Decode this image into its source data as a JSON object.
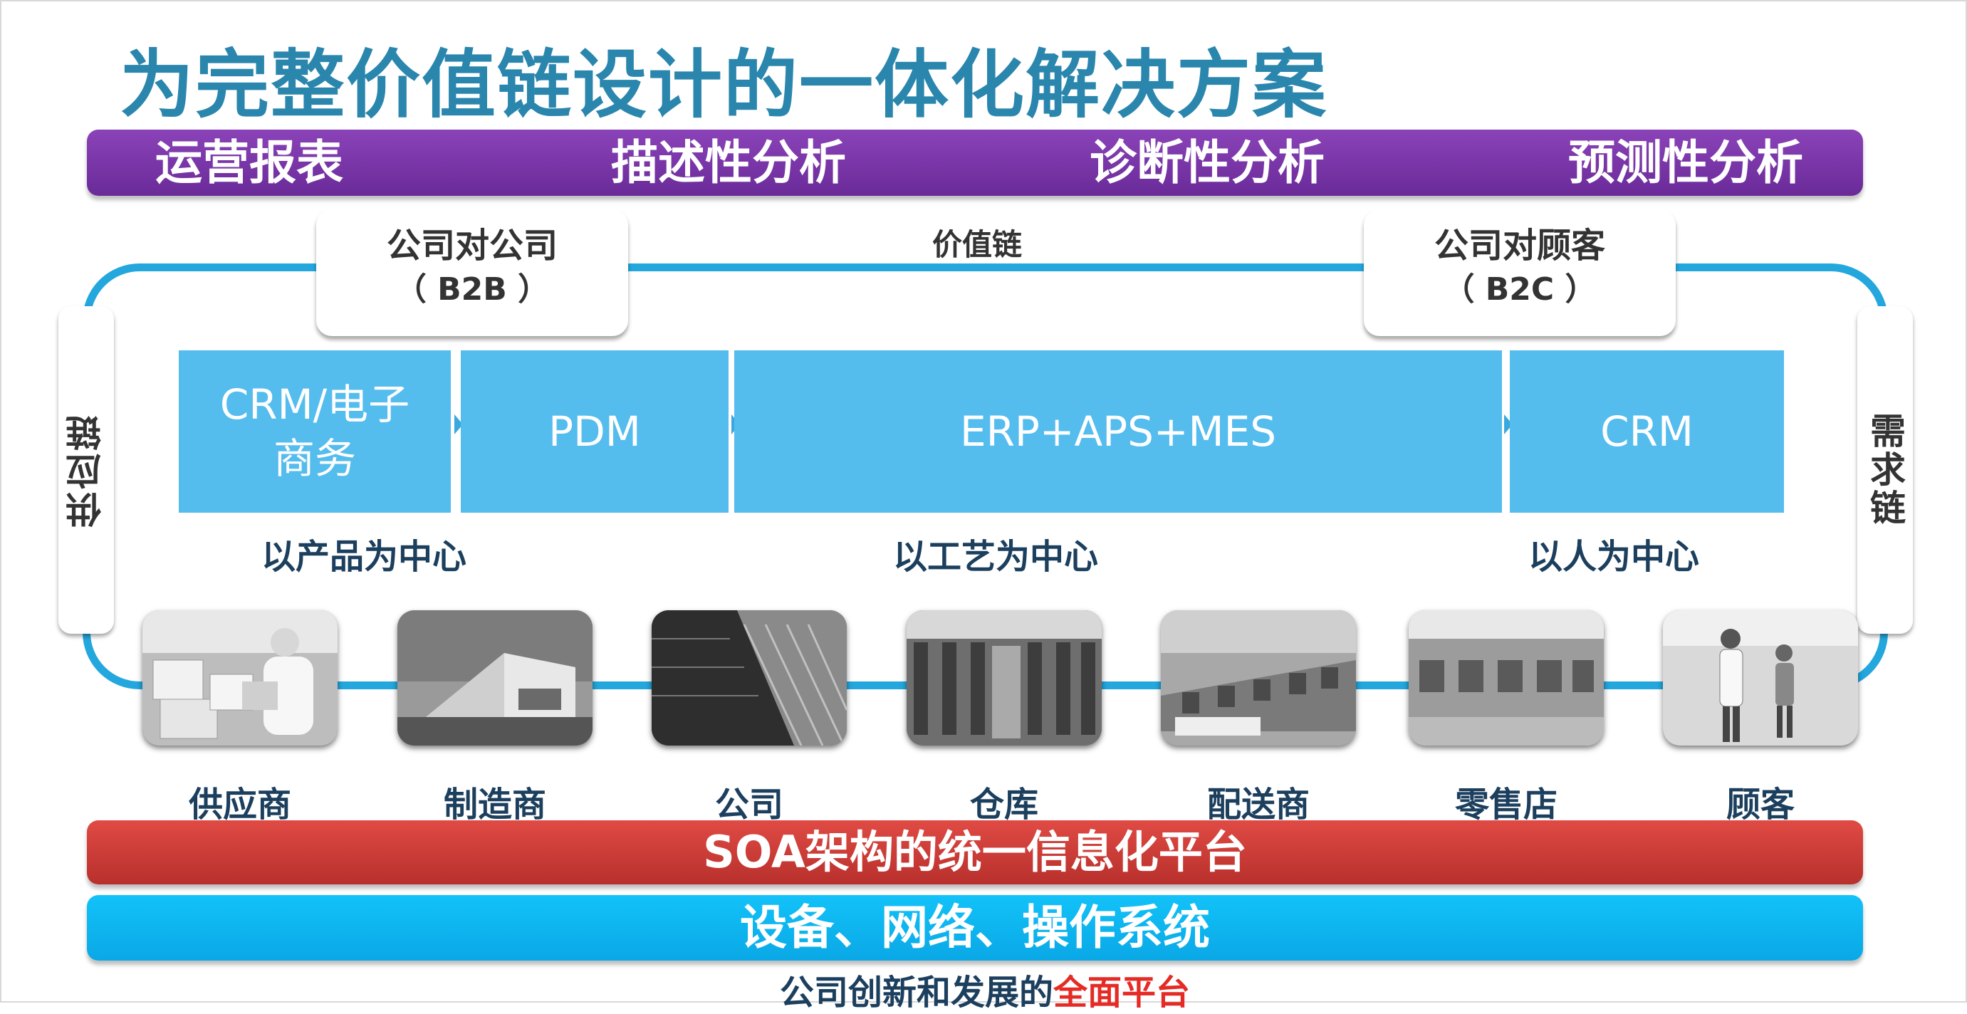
{
  "title": "为完整价值链设计的一体化解决方案",
  "analysis_bar": {
    "items": [
      "运营报表",
      "描述性分析",
      "诊断性分析",
      "预测性分析"
    ],
    "color": "#7a35a8"
  },
  "value_chain": {
    "label": "价值链",
    "b2b": {
      "line1": "公司对公司",
      "line2": "（ B2B ）"
    },
    "b2c": {
      "line1": "公司对顾客",
      "line2": "（ B2C ）"
    },
    "supply_chain": "供应链",
    "demand_chain": "需求链",
    "loop_color": "#23a7dd"
  },
  "systems": {
    "crm_ecommerce_line1": "CRM/电子",
    "crm_ecommerce_line2": "商务",
    "pdm": "PDM",
    "erp": "ERP+APS+MES",
    "crm": "CRM",
    "color": "#55bcee"
  },
  "centers": [
    "以产品为中心",
    "以工艺为中心",
    "以人为中心"
  ],
  "actors": [
    {
      "label": "供应商",
      "icon": "worker-boxes-photo"
    },
    {
      "label": "制造商",
      "icon": "factory-building-photo"
    },
    {
      "label": "公司",
      "icon": "office-tower-photo"
    },
    {
      "label": "仓库",
      "icon": "warehouse-interior-photo"
    },
    {
      "label": "配送商",
      "icon": "distribution-center-photo"
    },
    {
      "label": "零售店",
      "icon": "storefront-photo"
    },
    {
      "label": "顾客",
      "icon": "shoppers-photo"
    }
  ],
  "platform": {
    "label": "SOA架构的统一信息化平台",
    "color": "#d23c37"
  },
  "infrastructure": {
    "label": "设备、网络、操作系统",
    "color": "#0fb6f0"
  },
  "footer": {
    "normal": "公司创新和发展的",
    "highlight": "全面平台"
  }
}
